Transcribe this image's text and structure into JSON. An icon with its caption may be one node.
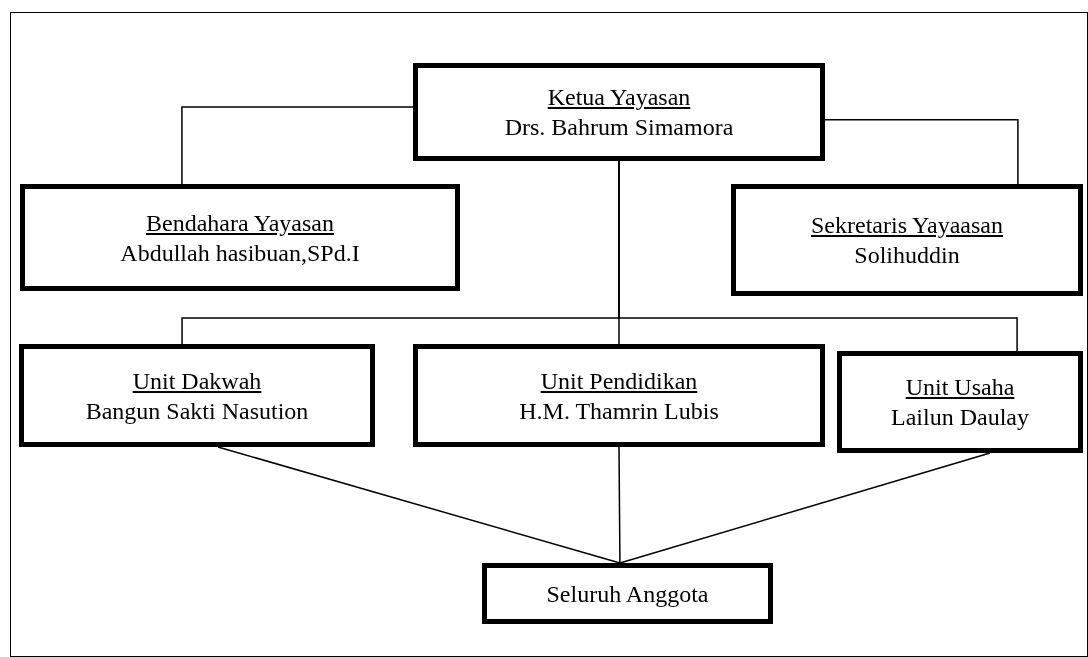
{
  "diagram": {
    "nodes": [
      {
        "text": [
          "Ketua Yayasan",
          "Drs. Bahrum Simamora"
        ]
      },
      {
        "text": [
          "Bendahara Yayasan",
          "Abdullah hasibuan,SPd.I"
        ]
      },
      {
        "text": [
          "Sekretaris Yayaasan",
          "Solihuddin"
        ]
      },
      {
        "text": [
          "Unit Dakwah",
          "Bangun Sakti Nasution"
        ]
      },
      {
        "text": [
          "Unit Pendidikan",
          "H.M. Thamrin Lubis"
        ]
      },
      {
        "text": [
          "Unit Usaha",
          "Lailun Daulay"
        ]
      },
      {
        "text": [
          "Seluruh Anggota"
        ]
      }
    ],
    "edges": [
      {
        "from": 0,
        "to": 1,
        "arrow": "none"
      },
      {
        "from": 0,
        "to": 2,
        "arrow": "none"
      },
      {
        "from": 0,
        "to": 3,
        "arrow": "none"
      },
      {
        "from": 0,
        "to": 4,
        "arrow": "none"
      },
      {
        "from": 0,
        "to": 5,
        "arrow": "none"
      },
      {
        "from": 3,
        "to": 6,
        "arrow": "none"
      },
      {
        "from": 4,
        "to": 6,
        "arrow": "none"
      },
      {
        "from": 5,
        "to": 6,
        "arrow": "none"
      }
    ]
  }
}
